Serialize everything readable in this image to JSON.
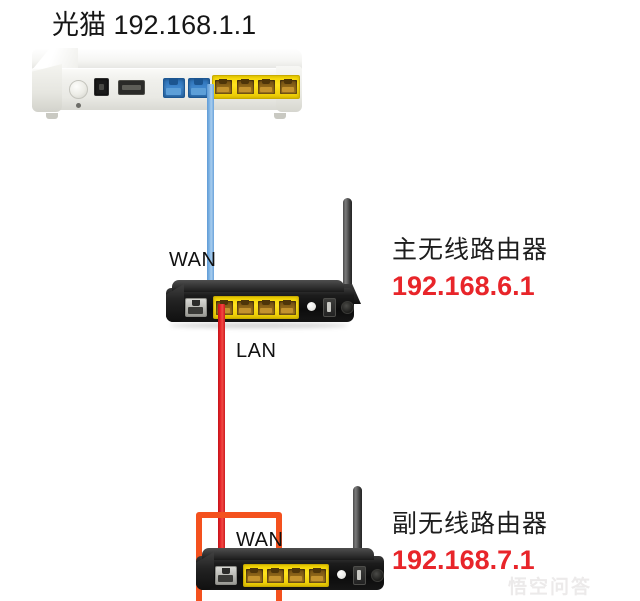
{
  "diagram": {
    "title_text": "光猫  192.168.1.1",
    "accent_red": "#e8252a",
    "highlight_orange": "#f4511e",
    "cable_blue": "#7fb4e4",
    "cable_red": "#e8252a"
  },
  "modem": {
    "name": "光猫",
    "ip": "192.168.1.1",
    "label_combined": "光猫  192.168.1.1",
    "ports": {
      "blue_count": 2,
      "yellow_count": 4
    }
  },
  "main_router": {
    "name": "主无线路由器",
    "ip": "192.168.6.1",
    "wan_label": "WAN",
    "lan_label": "LAN",
    "ports": {
      "yellow_count": 4
    }
  },
  "secondary_router": {
    "name": "副无线路由器",
    "ip": "192.168.7.1",
    "wan_label": "WAN",
    "ports": {
      "yellow_count": 4
    }
  },
  "cables": {
    "modem_to_main": {
      "color": "#7fb4e4",
      "from": "光猫 LAN",
      "to": "主无线路由器 WAN"
    },
    "main_to_secondary": {
      "color": "#e8252a",
      "from": "主无线路由器 LAN",
      "to": "副无线路由器 WAN"
    }
  },
  "watermark": {
    "text": "悟空问答"
  }
}
